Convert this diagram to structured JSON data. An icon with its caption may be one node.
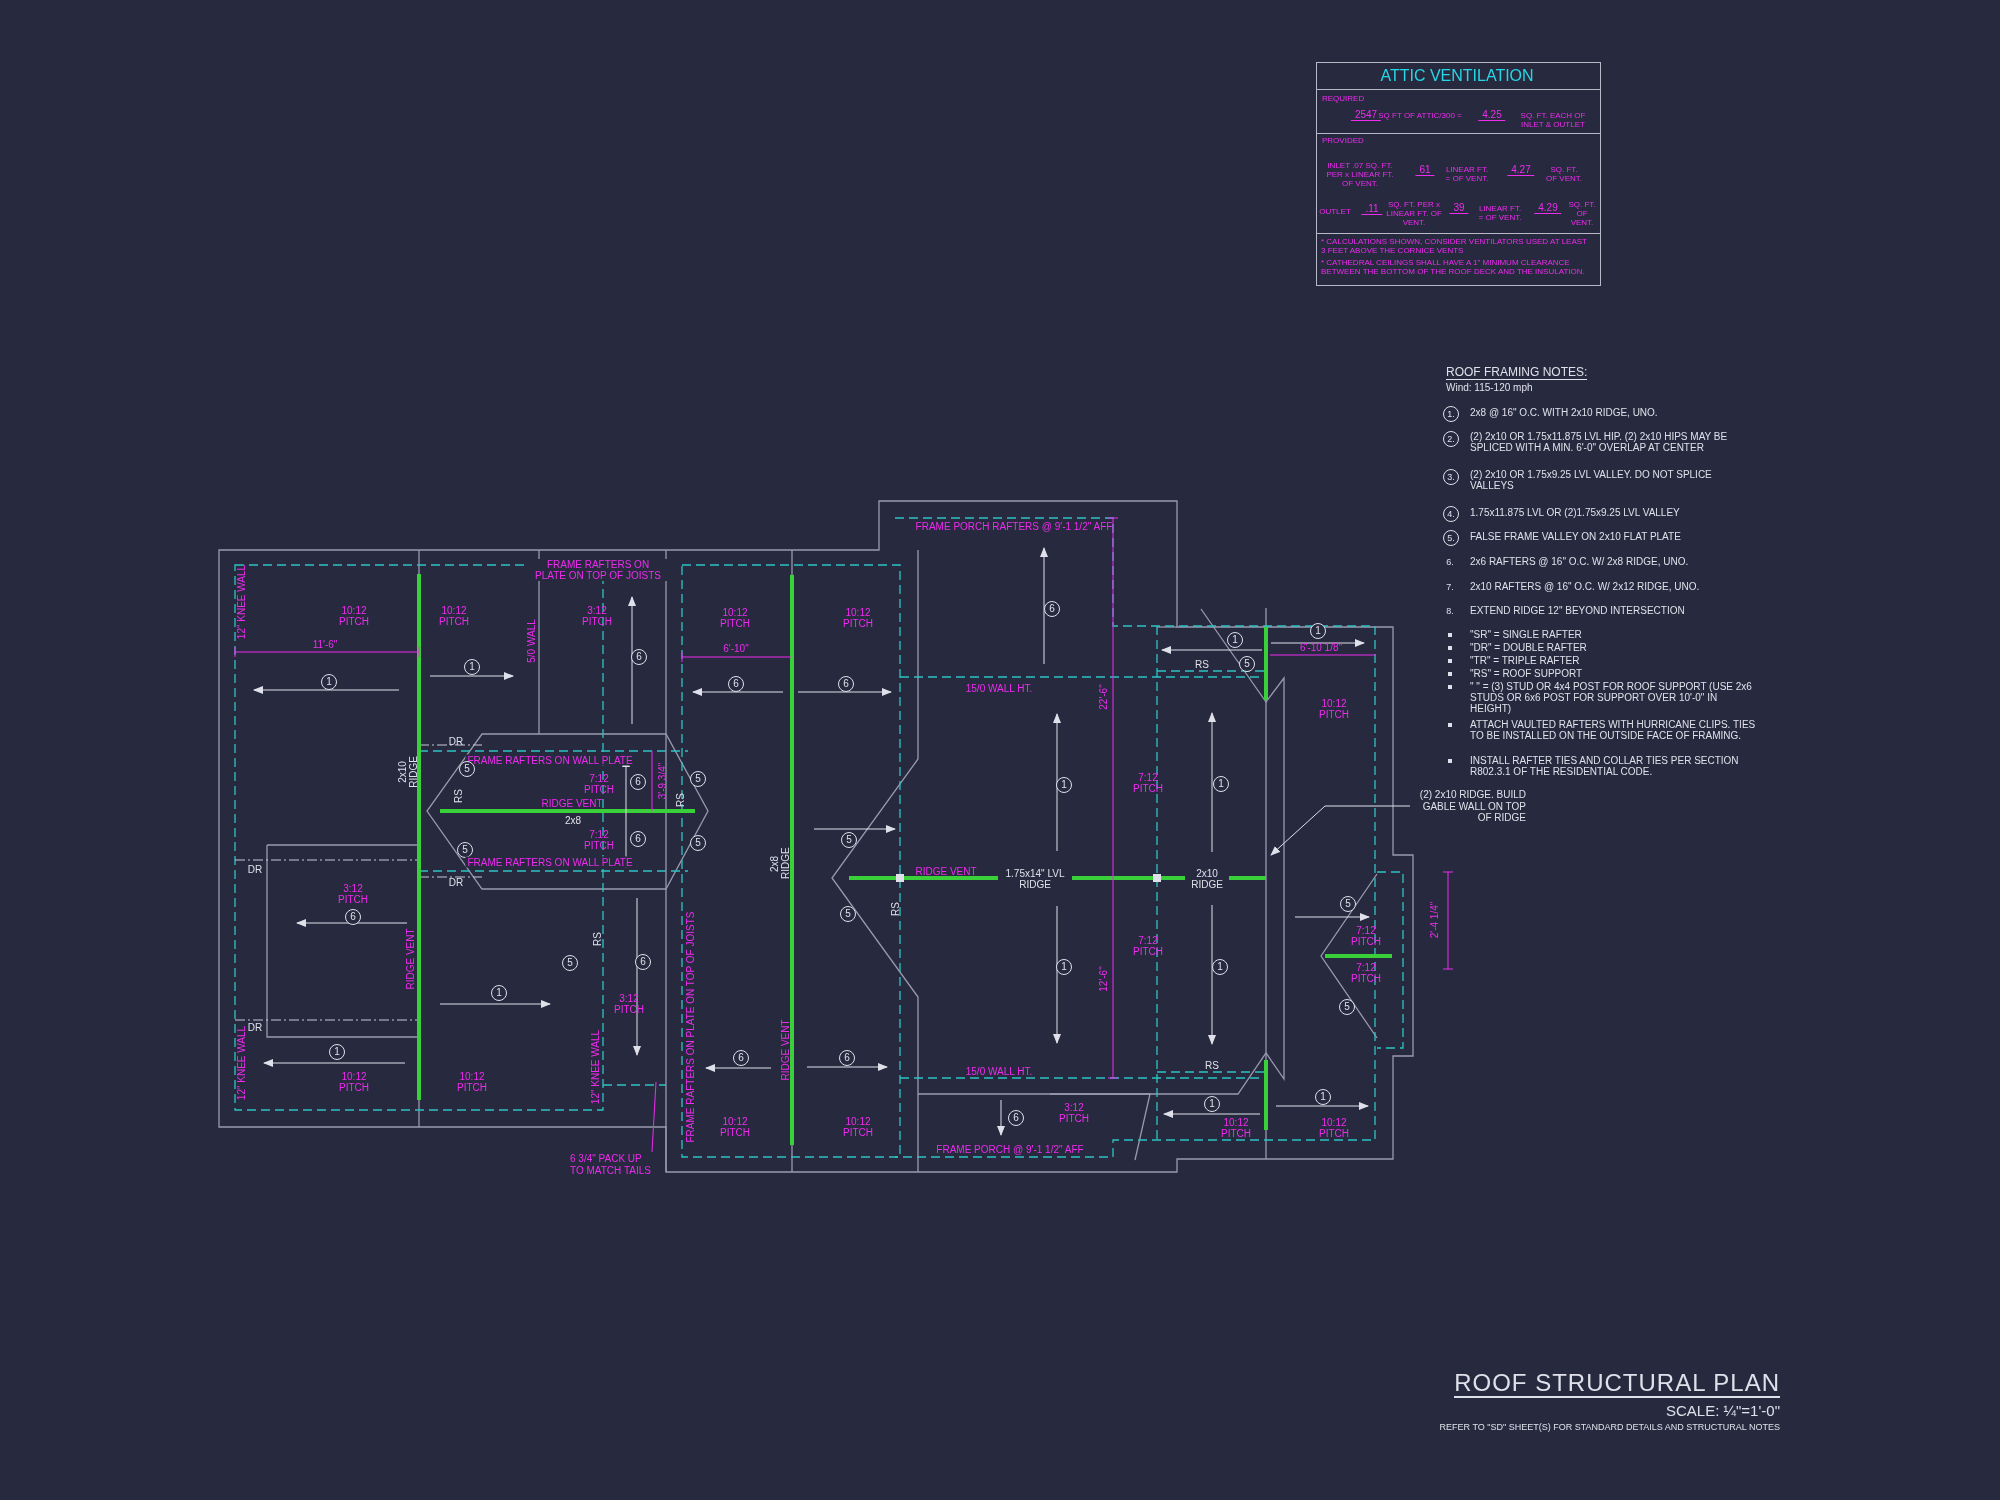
{
  "diagram": {
    "title": "ROOF STRUCTURAL PLAN",
    "nodes": [
      {
        "text": [
          "(2) 2x10 RIDGE. BUILD GABLE WALL ON TOP OF RIDGE"
        ]
      },
      {
        "text": [
          "6 3/4\" PACK UP TO MATCH TAILS"
        ]
      }
    ],
    "edges": [
      {
        "from": 0,
        "to": null,
        "arrow": "to"
      },
      {
        "from": 1,
        "to": null,
        "arrow": "none",
        "color": "#ee2bee"
      }
    ],
    "labels": [
      "ATTIC VENTILATION",
      "REQUIRED",
      "2547",
      "SQ FT OF ATTIC/300 =",
      "4.25",
      "SQ. FT. EACH OF INLET & OUTLET",
      "PROVIDED",
      "INLET .07 SQ. FT. PER x LINEAR FT. OF VENT.",
      "61",
      "LINEAR FT. = OF VENT.",
      "4.27",
      "SQ. FT. OF VENT.",
      "OUTLET",
      ".11",
      "SQ. FT. PER x LINEAR FT. OF VENT.",
      "39",
      "LINEAR FT. = OF VENT.",
      "4.29",
      "SQ. FT. OF VENT.",
      "* CALCULATIONS SHOWN, CONSIDER VENTILATORS USED AT LEAST 3 FEET ABOVE THE CORNICE VENTS",
      "* CATHEDRAL CEILINGS SHALL HAVE A 1\" MINIMUM CLEARANCE BETWEEN THE BOTTOM OF THE ROOF DECK AND THE INSULATION.",
      "ROOF FRAMING NOTES:",
      "Wind: 115-120 mph",
      "1.",
      "2x8 @ 16\" O.C. WITH 2x10 RIDGE, UNO.",
      "2.",
      "(2) 2x10 OR 1.75x11.875 LVL HIP. (2) 2x10 HIPS MAY BE SPLICED WITH A MIN. 6'-0\" OVERLAP AT CENTER",
      "3.",
      "(2) 2x10 OR 1.75x9.25 LVL VALLEY. DO NOT SPLICE VALLEYS",
      "4.",
      "1.75x11.875 LVL OR (2)1.75x9.25 LVL VALLEY",
      "5.",
      "FALSE FRAME VALLEY ON 2x10 FLAT PLATE",
      "6.",
      "2x6 RAFTERS @ 16\" O.C. W/ 2x8 RIDGE, UNO.",
      "7.",
      "2x10 RAFTERS @ 16\" O.C. W/ 2x12 RIDGE, UNO.",
      "8.",
      "EXTEND RIDGE 12\" BEYOND INTERSECTION",
      "\"SR\" = SINGLE RAFTER",
      "\"DR\" = DOUBLE RAFTER",
      "\"TR\" = TRIPLE RAFTER",
      "\"RS\" = ROOF SUPPORT",
      "\" \" = (3) STUD OR 4x4 POST FOR ROOF SUPPORT (USE 2x6 STUDS OR 6x6 POST FOR SUPPORT OVER 10'-0\" IN HEIGHT)",
      "ATTACH VAULTED RAFTERS WITH HURRICANE CLIPS. TIES TO BE INSTALLED ON THE OUTSIDE FACE OF FRAMING.",
      "INSTALL RAFTER TIES AND COLLAR TIES PER SECTION R802.3.1 OF THE RESIDENTIAL CODE.",
      "12\" KNEE WALL",
      "10:12 PITCH",
      "10:12 PITCH",
      "5/0 WALL",
      "FRAME RAFTERS ON PLATE ON TOP OF JOISTS",
      "3:12 PITCH",
      "11'-6\"",
      "1",
      "1",
      "6",
      "FRAME PORCH RAFTERS @ 9'-1 1/2\" AFF",
      "10:12 PITCH",
      "10:12 PITCH",
      "6",
      "6'-10\"",
      "6",
      "6",
      "15/0 WALL HT.",
      "22'-6\"",
      "1",
      "5",
      "1",
      "6'-10 1/8\"",
      "RS",
      "10:12 PITCH",
      "DR",
      "FRAME RAFTERS ON WALL PLATE",
      "5",
      "2x10 RIDGE",
      "7:12 PITCH",
      "6",
      "3'-9 3/4\"",
      "5",
      "RS",
      "RS",
      "RIDGE VENT",
      "2x8",
      "1",
      "7:12 PITCH",
      "1",
      "5",
      "7:12 PITCH",
      "6",
      "5",
      "5",
      "DR",
      "DR",
      "FRAME RAFTERS ON WALL PLATE",
      "2x8 RIDGE",
      "RIDGE VENT",
      "1.75x14\" LVL RIDGE",
      "2x10 RIDGE",
      "3:12 PITCH",
      "RS",
      "5",
      "6",
      "5",
      "2'-4 1/4\"",
      "RS",
      "7:12 PITCH",
      "7:12 PITCH",
      "RIDGE VENT",
      "5",
      "6",
      "1",
      "12'-6\"",
      "1",
      "7:12 PITCH",
      "1",
      "3:12 PITCH",
      "5",
      "DR",
      "FRAME RAFTERS ON PLATE ON TOP OF JOISTS",
      "12\" KNEE WALL",
      "1",
      "12\" KNEE WALL",
      "6",
      "RIDGE VENT",
      "6",
      "15/0 WALL HT.",
      "RS",
      "10:12 PITCH",
      "10:12 PITCH",
      "1",
      "1",
      "6",
      "3:12 PITCH",
      "10:12 PITCH",
      "10:12 PITCH",
      "10:12 PITCH",
      "10:12 PITCH",
      "FRAME PORCH @ 9'-1 1/2\" AFF",
      "SCALE: ¼\"=1'-0\"",
      "REFER TO \"SD\" SHEET(S) FOR STANDARD DETAILS AND STRUCTURAL NOTES"
    ]
  }
}
